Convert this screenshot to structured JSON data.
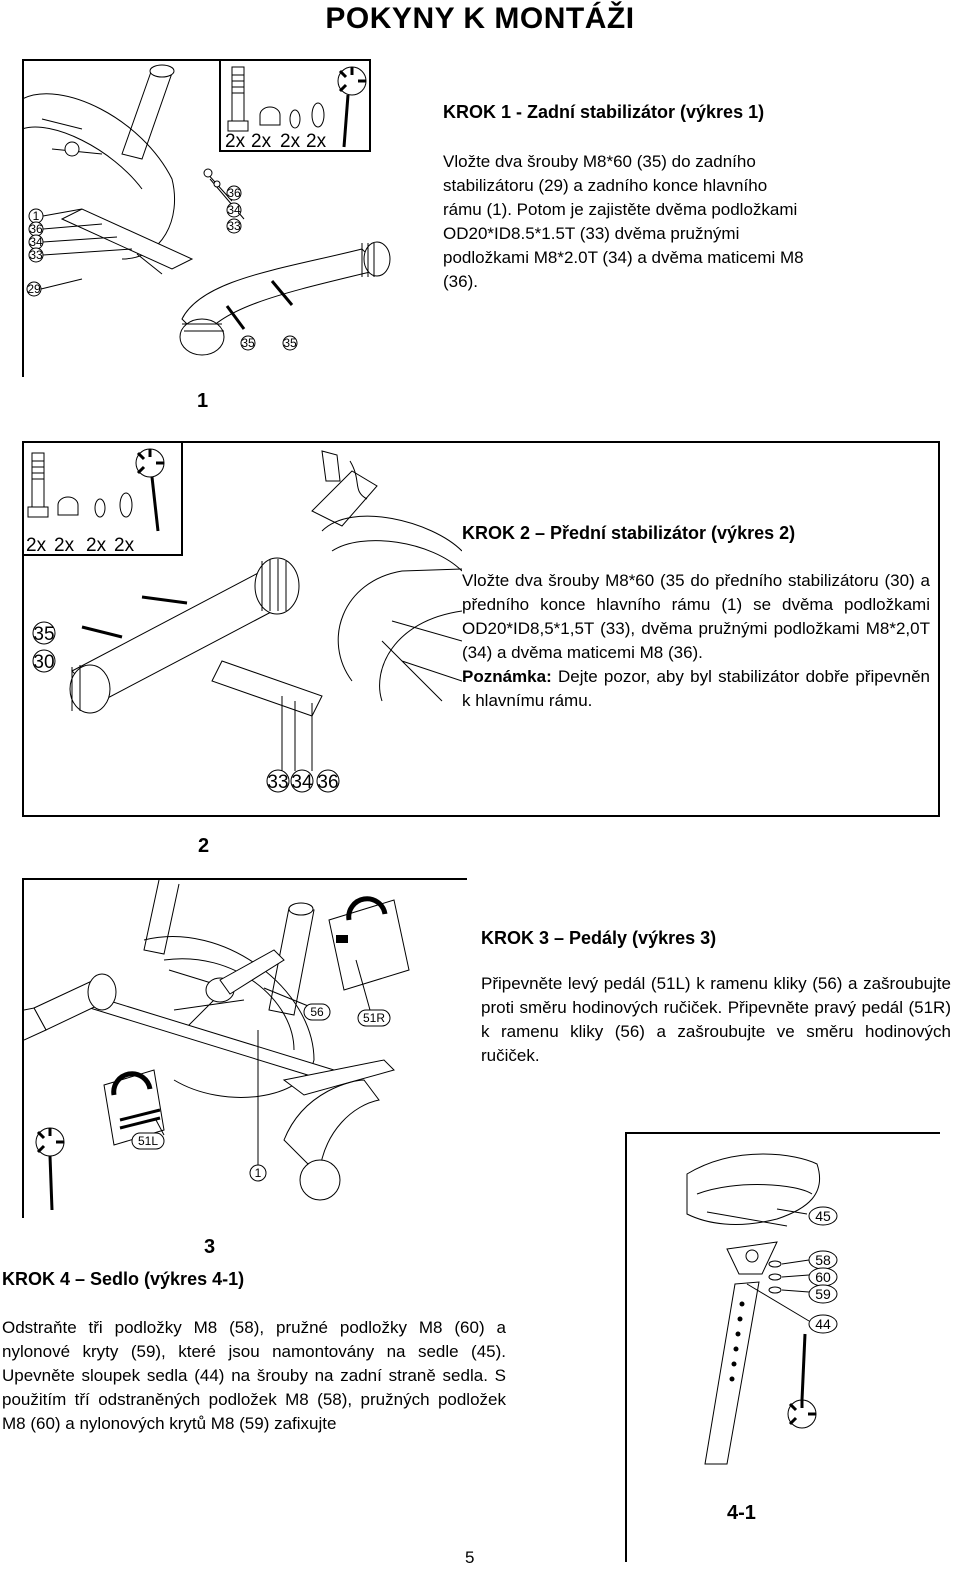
{
  "page_title": "POKYNY K MONTÁŽI",
  "step1": {
    "title": "KROK 1 - Zadní stabilizátor (výkres 1)",
    "text": "Vložte dva šrouby M8*60 (35) do zadního stabilizátoru (29) a zadního konce hlavního rámu (1). Potom je zajistěte dvěma podložkami OD20*ID8.5*1.5T (33) dvěma pružnými podložkami M8*2.0T (34) a dvěma maticemi M8 (36).",
    "figure_number": "1",
    "hardware_counts": [
      "2x",
      "2x",
      "2x",
      "2x"
    ],
    "part_labels": {
      "p1": "1",
      "p36a": "36",
      "p34a": "34",
      "p33a": "33",
      "p36b": "36",
      "p34b": "34",
      "p33b": "33",
      "p29": "29",
      "p35a": "35",
      "p35b": "35"
    }
  },
  "step2": {
    "title": "KROK 2 – Přední stabilizátor (výkres 2)",
    "text": "Vložte dva šrouby M8*60 (35 do předního stabilizátoru (30) a předního konce hlavního rámu (1) se dvěma podložkami OD20*ID8,5*1,5T (33), dvěma pružnými podložkami M8*2,0T (34) a dvěma maticemi M8 (36).",
    "note_label": "Poznámka:",
    "note_text": " Dejte pozor, aby byl stabilizátor dobře připevněn k hlavnímu rámu.",
    "figure_number": "2",
    "hardware_counts": [
      "2x",
      "2x",
      "2x",
      "2x"
    ],
    "part_labels": {
      "p35": "35",
      "p30": "30",
      "p33": "33",
      "p34": "34",
      "p36": "36"
    }
  },
  "step3": {
    "title": "KROK 3 – Pedály (výkres 3)",
    "text": "Připevněte levý pedál (51L) k ramenu kliky (56) a zašroubujte proti směru hodinových ručiček. Připevněte pravý pedál (51R) k ramenu kliky (56) a zašroubujte ve směru hodinových ručiček.",
    "figure_number": "3",
    "part_labels": {
      "p56": "56",
      "p51R": "51R",
      "p51L": "51L",
      "p1": "1"
    }
  },
  "step4": {
    "title": "KROK 4 – Sedlo (výkres 4-1)",
    "text": "Odstraňte tři podložky M8 (58), pružné podložky M8 (60) a nylonové kryty (59), které jsou namontovány na sedle (45). Upevněte sloupek sedla (44) na šrouby na zadní straně sedla. S použitím tří odstraněných podložek M8 (58), pružných podložek M8 (60) a nylonových krytů M8 (59) zafixujte",
    "figure_number": "4-1",
    "part_labels": {
      "p45": "45",
      "p58": "58",
      "p60": "60",
      "p59": "59",
      "p44": "44"
    }
  },
  "page_number": "5"
}
